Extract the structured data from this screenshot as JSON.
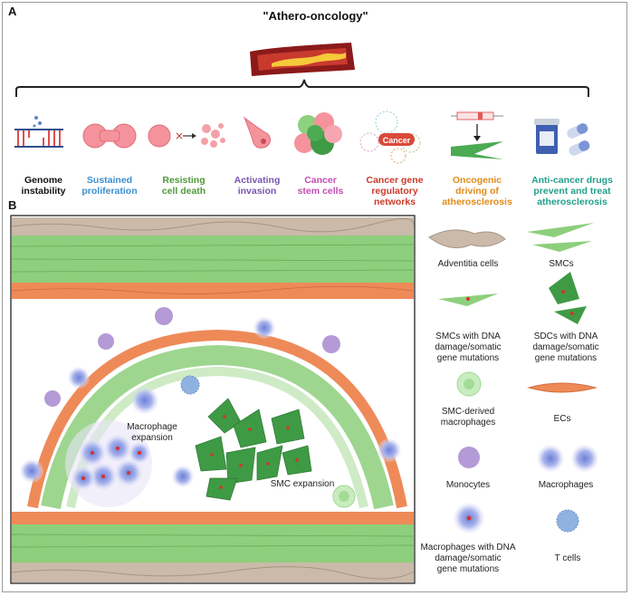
{
  "panel_a": {
    "letter": "A",
    "title": "\"Athero-oncology\"",
    "hallmarks": [
      {
        "label": "Genome\ninstability",
        "color": "#111111"
      },
      {
        "label": "Sustained\nproliferation",
        "color": "#3a8fd0"
      },
      {
        "label": "Resisting\ncell death",
        "color": "#4f9a3a"
      },
      {
        "label": "Activating\ninvasion",
        "color": "#7a55b0"
      },
      {
        "label": "Cancer\nstem cells",
        "color": "#c54bb6"
      },
      {
        "label": "Cancer gene\nregulatory\nnetworks",
        "color": "#cc3a2a"
      },
      {
        "label": "Oncogenic\ndriving of\natherosclerosis",
        "color": "#e08a1a"
      },
      {
        "label": "Anti-cancer drugs\nprevent and treat\natherosclerosis",
        "color": "#22a08c"
      }
    ],
    "cancer_badge": "Cancer"
  },
  "panel_b": {
    "letter": "B",
    "inner_labels": {
      "macrophage_expansion": "Macrophage\nexpansion",
      "smc_expansion": "SMC expansion"
    },
    "legend": [
      {
        "label": "Adventitia cells"
      },
      {
        "label": "SMCs"
      },
      {
        "label": "SMCs with DNA\ndamage/somatic\ngene mutations"
      },
      {
        "label": "SDCs with DNA\ndamage/somatic\ngene mutations"
      },
      {
        "label": "SMC-derived\nmacrophages"
      },
      {
        "label": "ECs"
      },
      {
        "label": "Monocytes"
      },
      {
        "label": "Macrophages"
      },
      {
        "label": "Macrophages with DNA\ndamage/somatic\ngene mutations"
      },
      {
        "label": "T cells"
      }
    ]
  },
  "colors": {
    "adventitia": "#c9b8a8",
    "smc": "#8fcf7e",
    "smc_dark": "#3f9a45",
    "ec": "#ee8a58",
    "nucleus_red": "#d8322a",
    "macrophage": "#8f9fe0",
    "monocyte": "#b49ad6",
    "tcell": "#8fb2e0"
  }
}
